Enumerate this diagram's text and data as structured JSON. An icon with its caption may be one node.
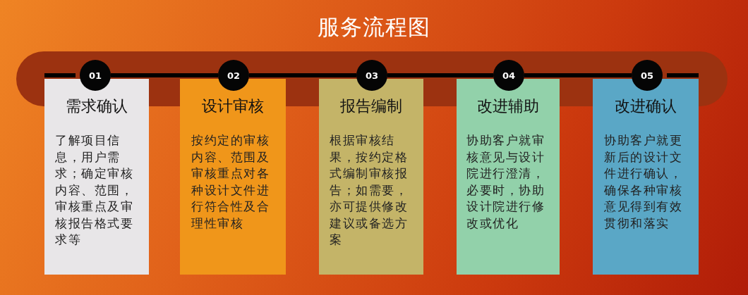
{
  "diagram": {
    "title": "服务流程图",
    "nodes": [
      {
        "text": [
          "01"
        ]
      },
      {
        "text": [
          "需求确认",
          "了解项目信息，用户需求；确定审核内容、范围，审核重点及审核报告格式要求等"
        ]
      },
      {
        "text": [
          "02"
        ]
      },
      {
        "text": [
          "设计审核",
          "按约定的审核内容、范围及审核重点对各种设计文件进行符合性及合理性审核"
        ]
      },
      {
        "text": [
          "03"
        ]
      },
      {
        "text": [
          "报告编制",
          "根据审核结果，按约定格式编制审核报告；如需要，亦可提供修改建议或备选方案"
        ]
      },
      {
        "text": [
          "04"
        ]
      },
      {
        "text": [
          "改进辅助",
          "协助客户就审核意见与设计院进行澄清，必要时，协助设计院进行修改或优化"
        ]
      },
      {
        "text": [
          "05"
        ]
      },
      {
        "text": [
          "改进确认",
          "协助客户就更新后的设计文件进行确认，确保各种审核意见得到有效贯彻和落实"
        ]
      }
    ],
    "edges": [
      {
        "from": 0,
        "to": 2,
        "arrow": "none"
      },
      {
        "from": 2,
        "to": 4,
        "arrow": "none"
      },
      {
        "from": 4,
        "to": 6,
        "arrow": "none"
      },
      {
        "from": 6,
        "to": 8,
        "arrow": "none"
      }
    ]
  }
}
